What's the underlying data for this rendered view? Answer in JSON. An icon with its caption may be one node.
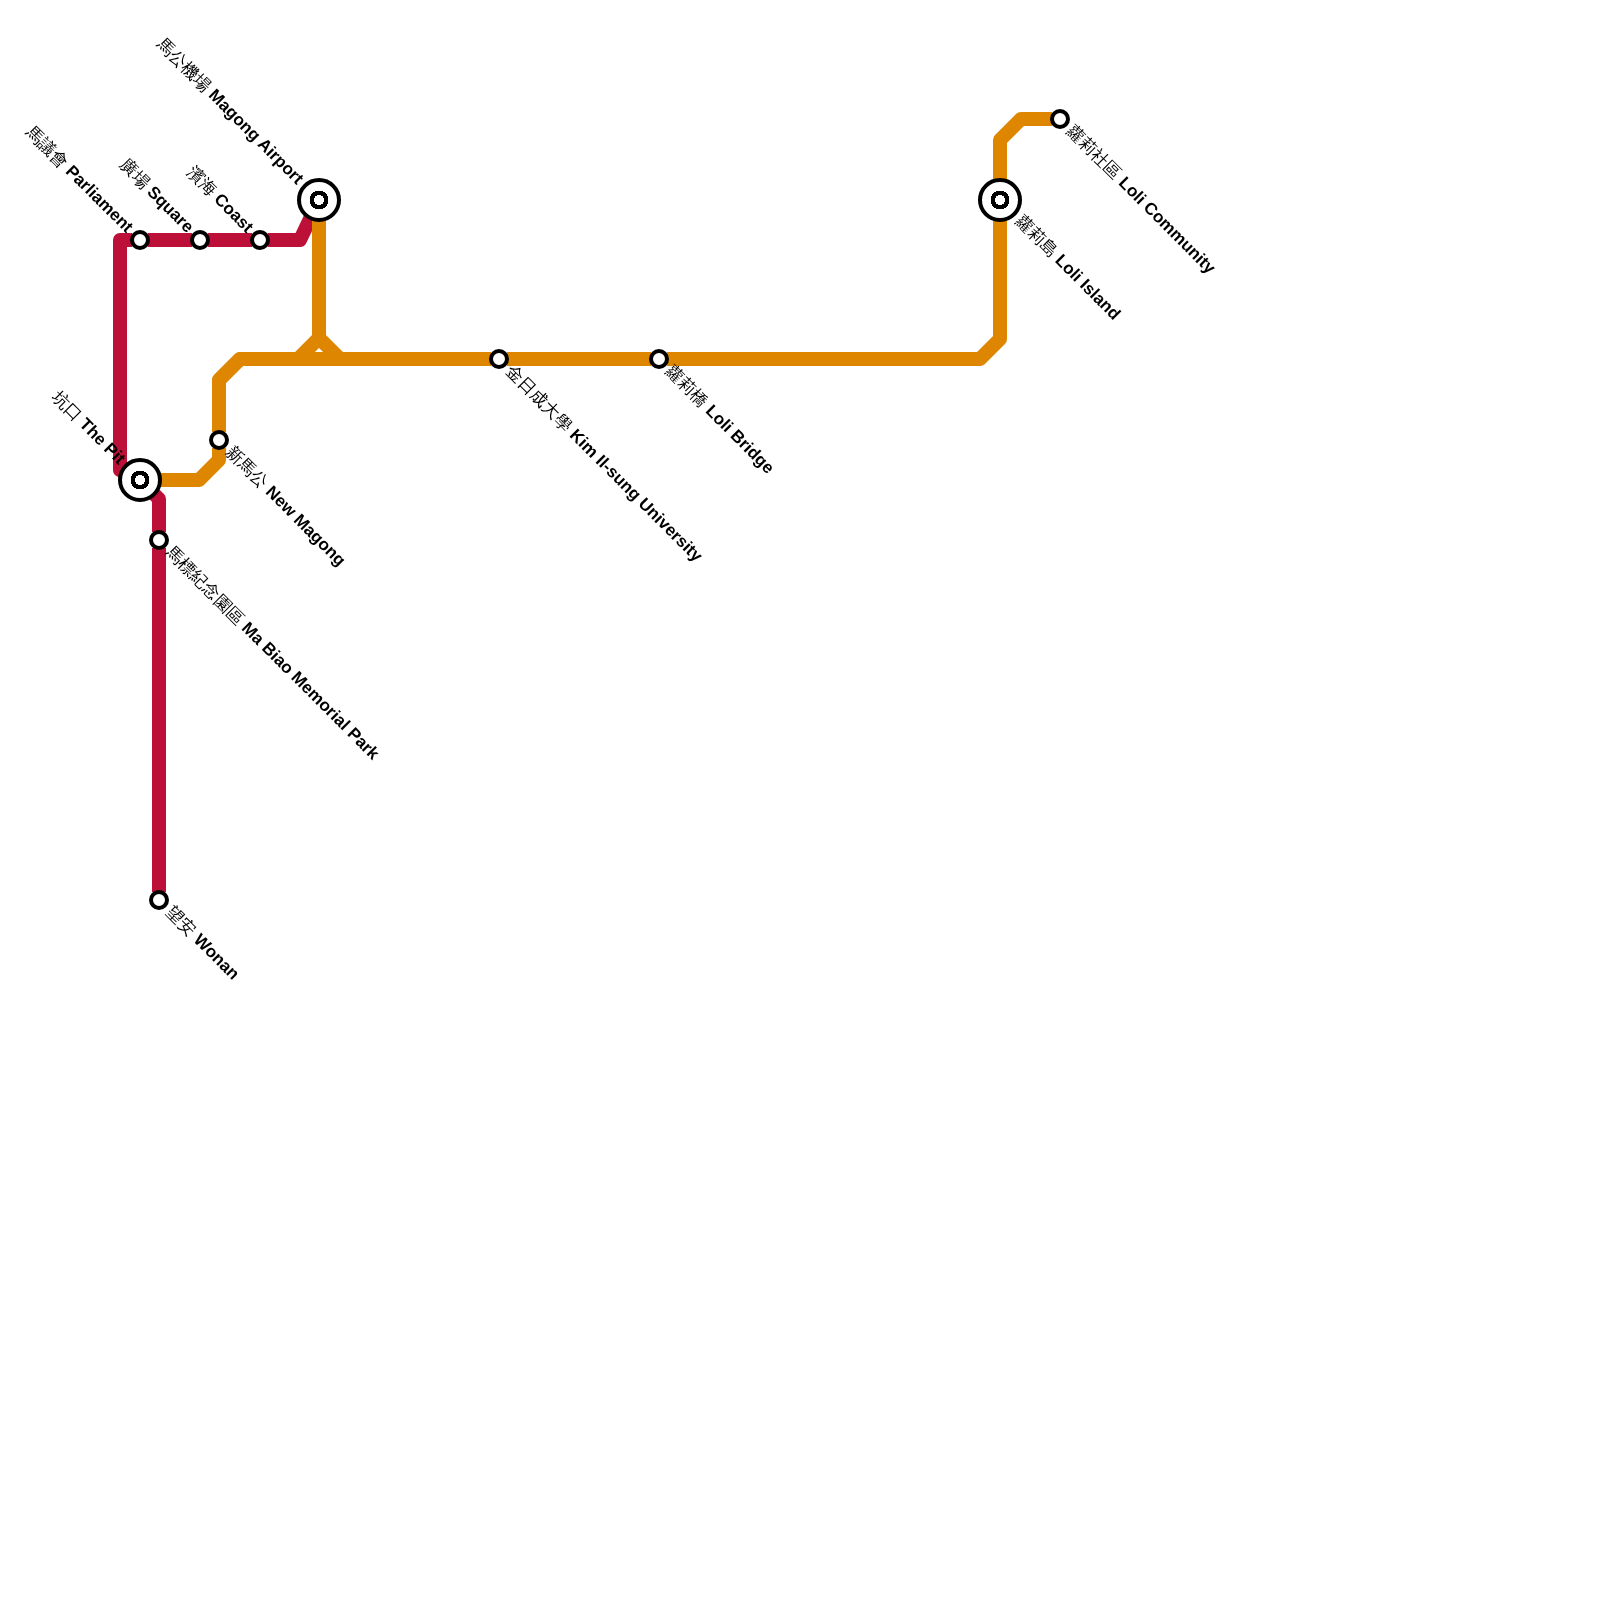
{
  "diagram": {
    "nodes": [
      {
        "text": [
          "馬公機場 **Magong Airport**"
        ]
      },
      {
        "text": [
          "馬議會 **Parliament**"
        ]
      },
      {
        "text": [
          "廣場 **Square**"
        ]
      },
      {
        "text": [
          "濱海 **Coast**"
        ]
      },
      {
        "text": [
          "坑口 **The Pit**"
        ]
      },
      {
        "text": [
          "新馬公 **New Magong**"
        ]
      },
      {
        "text": [
          "金日成大學 **Kim Il-sung University**"
        ]
      },
      {
        "text": [
          "蘿莉橋 **Loli Bridge**"
        ]
      },
      {
        "text": [
          "蘿莉島 **Loli Island**"
        ]
      },
      {
        "text": [
          "蘿莉社區 **Loli Community**"
        ]
      },
      {
        "text": [
          "馬標紀念園區 **Ma Biao Memorial Park**"
        ]
      },
      {
        "text": [
          "望安 **Wonan**"
        ]
      }
    ],
    "edges": [
      {
        "from": 0,
        "to": 3,
        "arrow": "none",
        "color": "#bd1038"
      },
      {
        "from": 3,
        "to": 2,
        "arrow": "none",
        "color": "#bd1038"
      },
      {
        "from": 2,
        "to": 1,
        "arrow": "none",
        "color": "#bd1038"
      },
      {
        "from": 1,
        "to": 4,
        "arrow": "none",
        "color": "#bd1038"
      },
      {
        "from": 4,
        "to": 10,
        "arrow": "none",
        "color": "#bd1038"
      },
      {
        "from": 10,
        "to": 11,
        "arrow": "none",
        "color": "#bd1038"
      },
      {
        "from": 4,
        "to": 5,
        "arrow": "none"
      },
      {
        "from": 5,
        "to": 6,
        "arrow": "none"
      },
      {
        "from": 0,
        "to": 5,
        "arrow": "none"
      },
      {
        "from": 0,
        "to": 6,
        "arrow": "none"
      },
      {
        "from": 6,
        "to": 7,
        "arrow": "none"
      },
      {
        "from": 7,
        "to": 8,
        "arrow": "none"
      },
      {
        "from": 8,
        "to": 9,
        "arrow": "none"
      }
    ]
  }
}
